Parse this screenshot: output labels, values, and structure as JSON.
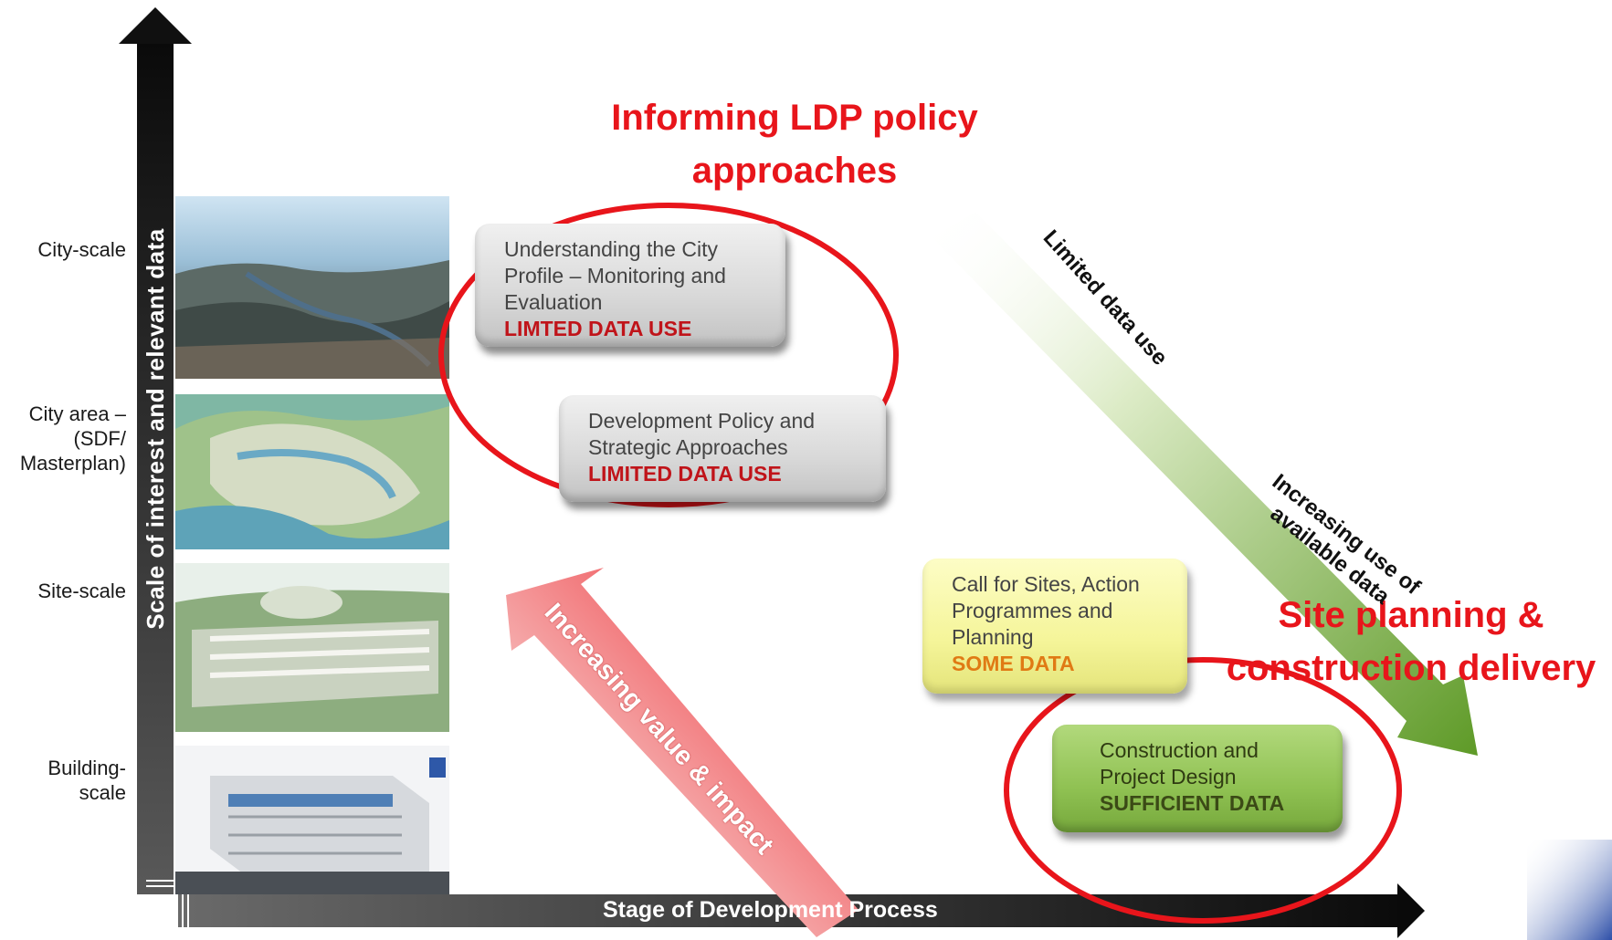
{
  "y_axis_label": "Scale of interest and relevant data",
  "x_axis_label": "Stage of Development Process",
  "scale_levels": [
    {
      "label_lines": [
        "City-scale"
      ]
    },
    {
      "label_lines": [
        "City area –",
        "(SDF/",
        "Masterplan)"
      ]
    },
    {
      "label_lines": [
        "Site-scale"
      ]
    },
    {
      "label_lines": [
        "Building-",
        "scale"
      ]
    }
  ],
  "stages": [
    {
      "lines": [
        "Understanding the City",
        "Profile – Monitoring and",
        "Evaluation"
      ],
      "tag": "LIMTED DATA USE",
      "tag_color": "#c0141a",
      "fill": "grey"
    },
    {
      "lines": [
        "Development Policy and",
        "Strategic Approaches"
      ],
      "tag": "LIMITED DATA USE",
      "tag_color": "#c0141a",
      "fill": "grey"
    },
    {
      "lines": [
        "Call for Sites, Action",
        "Programmes and",
        "Planning"
      ],
      "tag": "SOME DATA",
      "tag_color": "#e07a14",
      "fill": "yellow"
    },
    {
      "lines": [
        "Construction  and",
        "Project Design"
      ],
      "tag": "SUFFICIENT DATA",
      "tag_color": "#3b4a16",
      "fill": "green"
    }
  ],
  "group_labels": {
    "policy": [
      "Informing LDP policy",
      "approaches"
    ],
    "site": [
      "Site planning &",
      "construction delivery"
    ]
  },
  "arrow_labels": {
    "value": "Increasing value & impact",
    "limited": "Limited data use",
    "increasing_use": [
      "Increasing use of",
      "available data"
    ]
  },
  "colors": {
    "accent_red": "#e8151b",
    "axis": "#1e1e1e",
    "green_arrow": "#6aa02e"
  }
}
